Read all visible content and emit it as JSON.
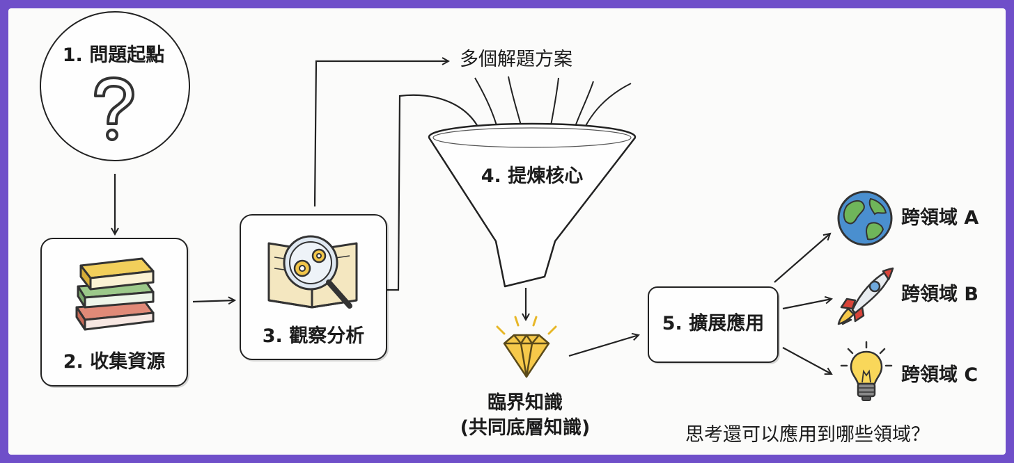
{
  "steps": {
    "step1": "1. 問題起點",
    "step2": "2. 收集資源",
    "step3": "3. 觀察分析",
    "step4": "4. 提煉核心",
    "step5": "5. 擴展應用"
  },
  "solutions_label": "多個解題方案",
  "critical_knowledge": {
    "line1": "臨界知識",
    "line2": "(共同底層知識)"
  },
  "domains": [
    "跨領域 A",
    "跨領域 B",
    "跨領域 C"
  ],
  "question_footer": "思考還可以應用到哪些領域？",
  "icons": {
    "step1": "question-mark-icon",
    "step2": "book-stack-icon",
    "step3": "magnifier-book-icon",
    "step4": "funnel-icon",
    "critical": "diamond-icon",
    "domainA": "globe-icon",
    "domainB": "rocket-icon",
    "domainC": "lightbulb-icon"
  },
  "colors": {
    "frame": "#6f4fc9",
    "book_yellow": "#f2cf5b",
    "book_green": "#9cc98a",
    "book_red": "#e08a78",
    "diamond": "#f6c94a",
    "globe_sea": "#4a8fcf",
    "globe_land": "#6fb55a",
    "rocket_red": "#d9443a"
  }
}
